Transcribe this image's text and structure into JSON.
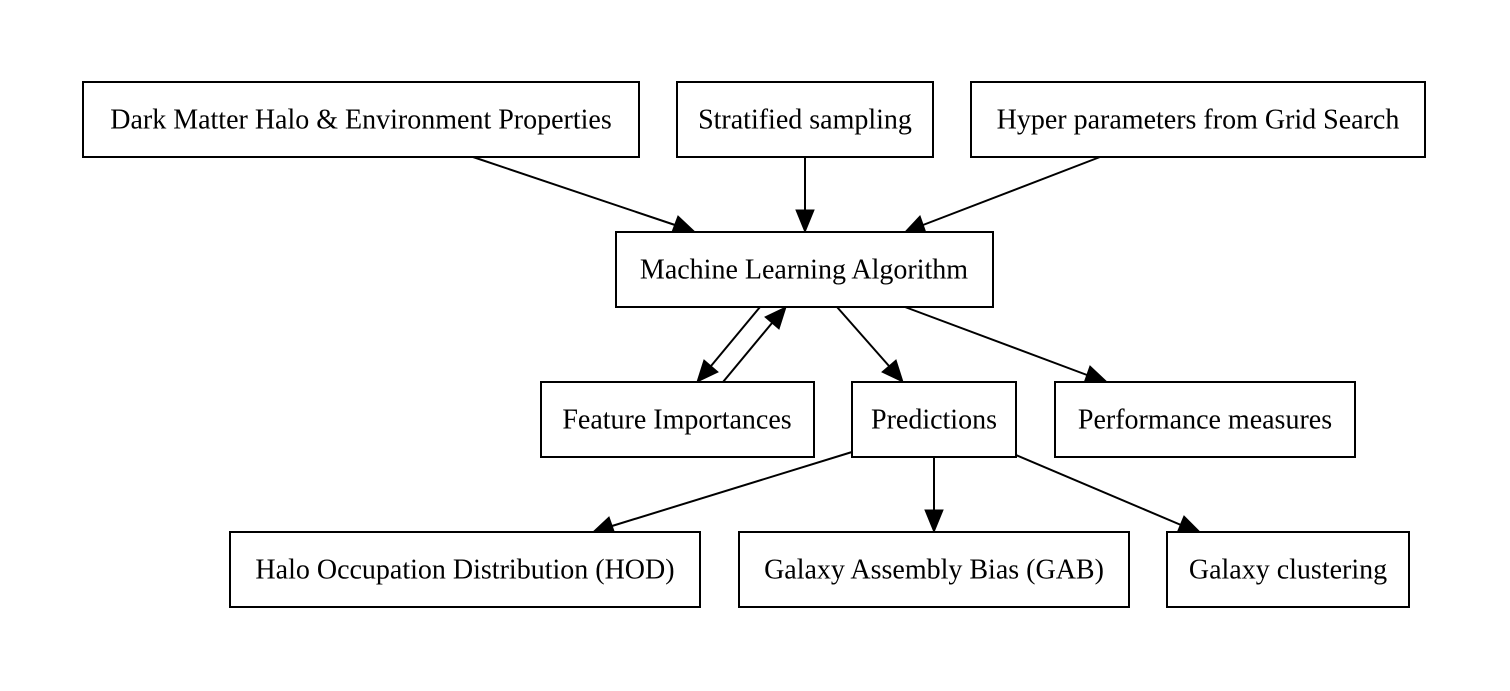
{
  "nodes": {
    "dm_halo": "Dark Matter Halo & Environment Properties",
    "stratified": "Stratified sampling",
    "hyper": "Hyper parameters from Grid Search",
    "ml": "Machine Learning Algorithm",
    "feature": "Feature Importances",
    "predictions": "Predictions",
    "performance": "Performance measures",
    "hod": "Halo Occupation Distribution (HOD)",
    "gab": "Galaxy Assembly Bias (GAB)",
    "clustering": "Galaxy clustering"
  },
  "edges": [
    {
      "from": "dm_halo",
      "to": "ml"
    },
    {
      "from": "stratified",
      "to": "ml"
    },
    {
      "from": "hyper",
      "to": "ml"
    },
    {
      "from": "ml",
      "to": "feature"
    },
    {
      "from": "feature",
      "to": "ml"
    },
    {
      "from": "ml",
      "to": "predictions"
    },
    {
      "from": "ml",
      "to": "performance"
    },
    {
      "from": "predictions",
      "to": "hod"
    },
    {
      "from": "predictions",
      "to": "gab"
    },
    {
      "from": "predictions",
      "to": "clustering"
    }
  ],
  "colors": {
    "line": "#000000",
    "box_fill": "#ffffff",
    "background": "#ffffff"
  }
}
